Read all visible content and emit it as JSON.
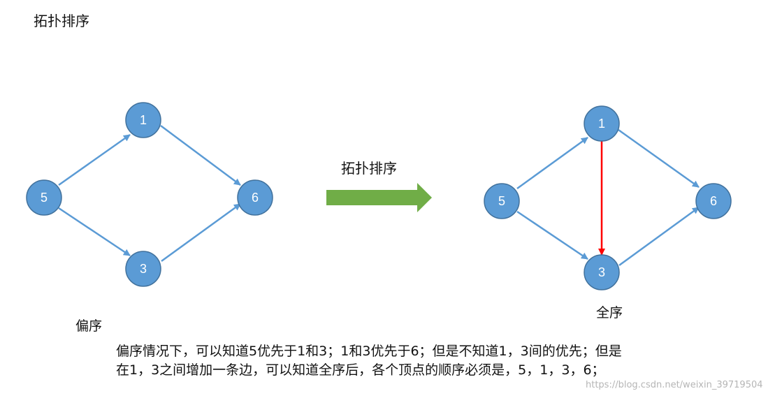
{
  "title": "拓扑排序",
  "arrow_label": "拓扑排序",
  "left_graph": {
    "caption": "偏序",
    "nodes": [
      "5",
      "1",
      "3",
      "6"
    ]
  },
  "right_graph": {
    "caption": "全序",
    "nodes": [
      "5",
      "1",
      "3",
      "6"
    ]
  },
  "description": {
    "line1": "偏序情况下，可以知道5优先于1和3；1和3优先于6；但是不知道1，3间的优先；但是",
    "line2": "在1，3之间增加一条边，可以知道全序后，各个顶点的顺序必须是，5，1，3，6；"
  },
  "watermark": "https://blog.csdn.net/weixin_39719504",
  "colors": {
    "node_fill": "#5b9bd5",
    "edge": "#5b9bd5",
    "added_edge": "#ff0000",
    "big_arrow": "#70ad47"
  }
}
